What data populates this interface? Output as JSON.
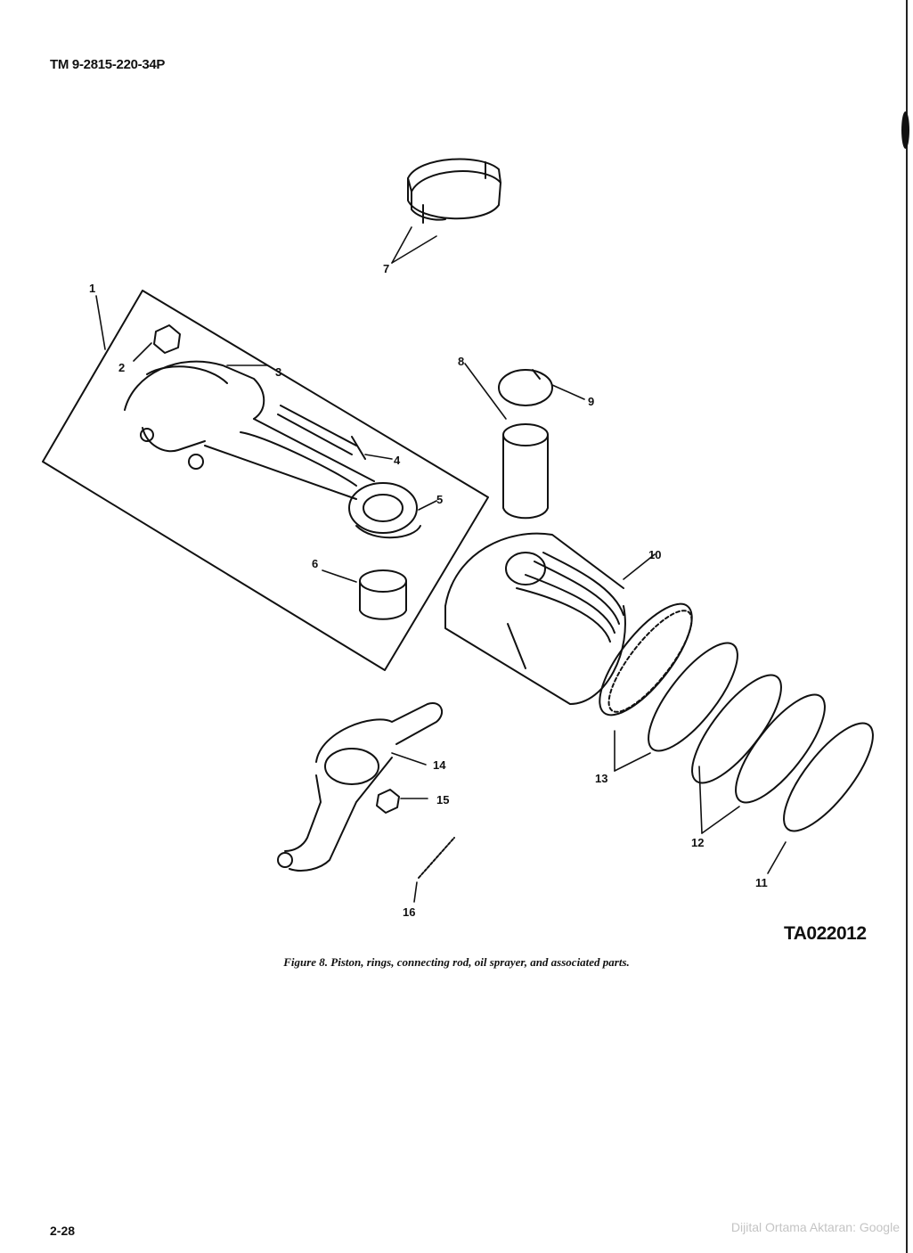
{
  "header": {
    "doc_id": "TM 9-2815-220-34P"
  },
  "figure": {
    "callouts": [
      "1",
      "2",
      "3",
      "4",
      "5",
      "6",
      "7",
      "8",
      "9",
      "10",
      "11",
      "12",
      "13",
      "14",
      "15",
      "16"
    ],
    "ta_code": "TA022012",
    "caption": "Figure 8. Piston, rings, connecting rod, oil sprayer, and associated parts."
  },
  "footer": {
    "page_number": "2-28",
    "watermark": "Dijital Ortama Aktaran: Google"
  }
}
